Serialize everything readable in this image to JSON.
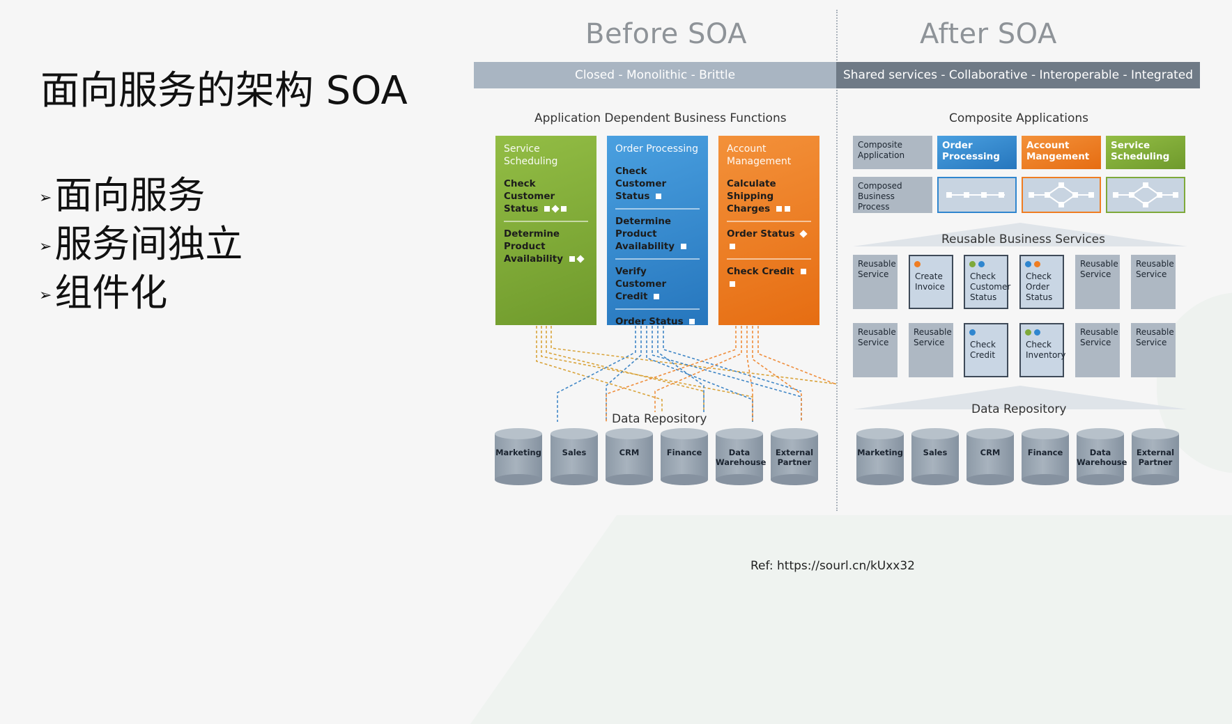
{
  "title": "面向服务的架构 SOA",
  "bullets": [
    "面向服务",
    "服务间独立",
    "组件化"
  ],
  "bullet_icon": "arrow-right-icon",
  "ref": "Ref: https://sourl.cn/kUxx32",
  "before": {
    "heading": "Before SOA",
    "band": "Closed - Monolithic - Brittle",
    "subtitle": "Application Dependent Business Functions",
    "columns": [
      {
        "name": "Service Scheduling",
        "color": "#7ea93a",
        "functions": [
          "Check Customer Status",
          "Determine Product Availability"
        ]
      },
      {
        "name": "Order Processing",
        "color": "#2f86cf",
        "functions": [
          "Check Customer Status",
          "Determine Product Availability",
          "Verify Customer Credit",
          "Order Status"
        ]
      },
      {
        "name": "Account Management",
        "color": "#ef7d22",
        "functions": [
          "Calculate Shipping Charges",
          "Order Status",
          "Check Credit"
        ]
      }
    ],
    "repo_label": "Data Repository",
    "repositories": [
      "Marketing",
      "Sales",
      "CRM",
      "Finance",
      "Data Warehouse",
      "External Partner"
    ]
  },
  "after": {
    "heading": "After SOA",
    "band": "Shared services - Collaborative - Interoperable - Integrated",
    "subtitle": "Composite Applications",
    "composite_label": "Composite Application",
    "composed_label": "Composed Business Process",
    "apps": [
      {
        "name": "Order Processing",
        "color": "#2f86cf"
      },
      {
        "name": "Account Mangement",
        "color": "#ef7d22"
      },
      {
        "name": "Service Scheduling",
        "color": "#7ea93a"
      }
    ],
    "services_label": "Reusable Business Services",
    "services_row1": [
      "Reusable Service",
      "Create Invoice",
      "Check Customer Status",
      "Check Order Status",
      "Reusable Service",
      "Reusable Service"
    ],
    "services_row2": [
      "Reusable Service",
      "Reusable Service",
      "Check Credit",
      "Check Inventory",
      "Reusable Service",
      "Reusable Service"
    ],
    "repo_label": "Data Repository",
    "repositories": [
      "Marketing",
      "Sales",
      "CRM",
      "Finance",
      "Data Warehouse",
      "External Partner"
    ]
  },
  "colors": {
    "band_before": "#a9b5c2",
    "band_after": "#6f7a86",
    "green": "#7ea93a",
    "blue": "#2f86cf",
    "orange": "#ef7d22",
    "cylinder": "#9aa6b2"
  }
}
